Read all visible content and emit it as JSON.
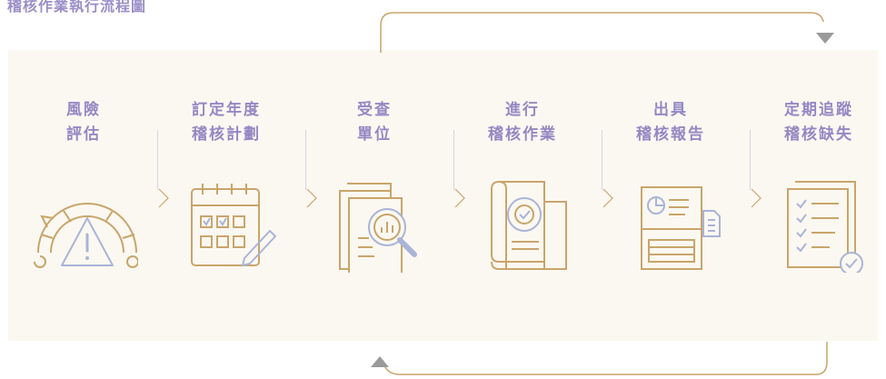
{
  "title": "稽核作業執行流程圖",
  "colors": {
    "primary_purple": "#9488c4",
    "gold": "#c9a56a",
    "panel_bg": "#fbf8f1",
    "arrow_gray": "#9a9a9a"
  },
  "steps": [
    {
      "line1": "風險",
      "line2": "評估",
      "icon": "risk-gauge-warning-icon"
    },
    {
      "line1": "訂定年度",
      "line2": "稽核計劃",
      "icon": "calendar-pencil-icon"
    },
    {
      "line1": "受查",
      "line2": "單位",
      "icon": "documents-magnifier-icon"
    },
    {
      "line1": "進行",
      "line2": "稽核作業",
      "icon": "scroll-blueprint-icon"
    },
    {
      "line1": "出具",
      "line2": "稽核報告",
      "icon": "report-document-icon"
    },
    {
      "line1": "定期追蹤",
      "line2": "稽核缺失",
      "icon": "checklist-approved-icon"
    }
  ]
}
